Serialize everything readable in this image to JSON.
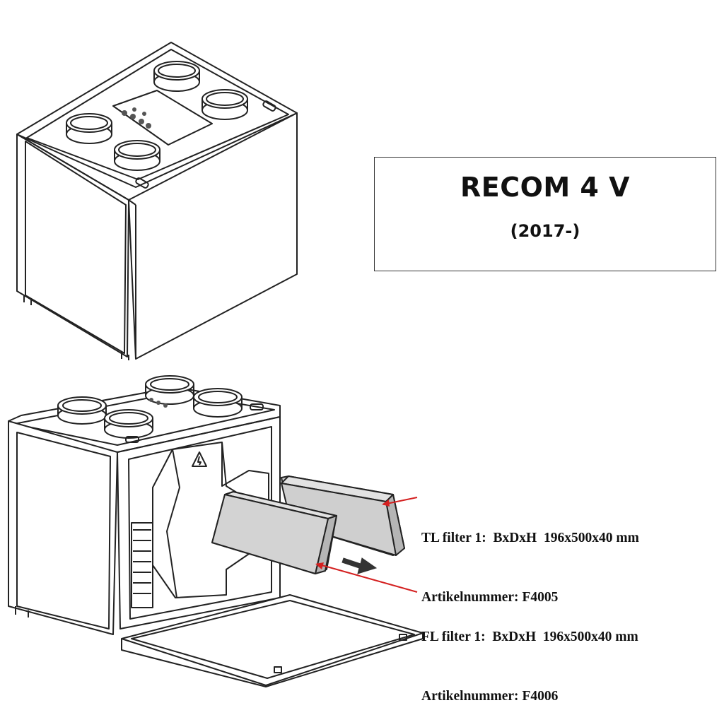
{
  "title": {
    "model": "RECOM 4 V",
    "year": "(2017-)"
  },
  "filters": [
    {
      "name": "TL filter 1:",
      "dims_label": "BxDxH",
      "dims": "196x500x40 mm",
      "article_label": "Artikelnummer:",
      "article": "F4005"
    },
    {
      "name": "FL filter 1:",
      "dims_label": "BxDxH",
      "dims": "196x500x40 mm",
      "article_label": "Artikelnummer:",
      "article": "F4006"
    }
  ],
  "colors": {
    "line": "#222222",
    "arrow_red": "#d42020",
    "filter_gray": "#cfcfcf",
    "dark_arrow": "#333333"
  }
}
